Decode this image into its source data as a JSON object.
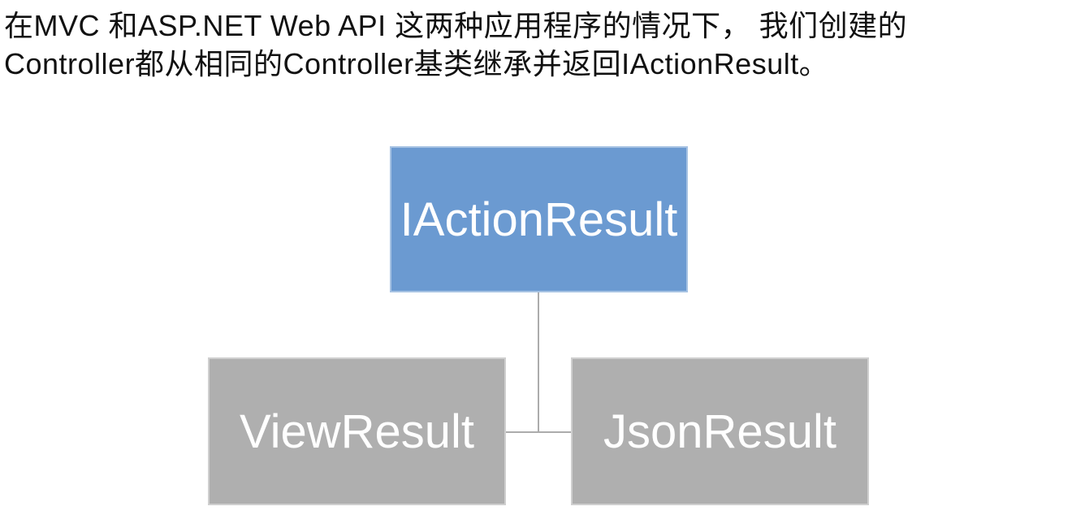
{
  "paragraph": {
    "line1": "在MVC 和ASP.NET Web API 这两种应用程序的情况下， 我们创建的",
    "line2": "Controller都从相同的Controller基类继承并返回IActionResult。"
  },
  "diagram": {
    "root": {
      "label": "IActionResult",
      "fill": "#6B9AD1",
      "text_color": "#FFFFFF"
    },
    "children": [
      {
        "label": "ViewResult",
        "fill": "#AFAFAF",
        "text_color": "#FFFFFF"
      },
      {
        "label": "JsonResult",
        "fill": "#AFAFAF",
        "text_color": "#FFFFFF"
      }
    ],
    "connector_color": "#ACACAC"
  }
}
